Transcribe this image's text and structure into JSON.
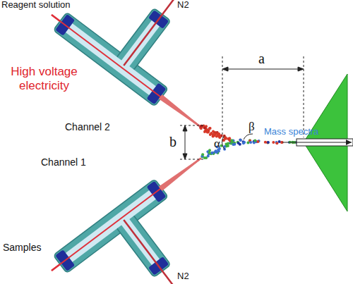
{
  "diagram": {
    "labels": [
      "Reagent solution",
      "N2",
      "High voltage electricity",
      "Channel 2",
      "Channel 1",
      "Samples",
      "N2",
      "a",
      "b",
      "α",
      "β",
      "Mass spectra"
    ]
  }
}
